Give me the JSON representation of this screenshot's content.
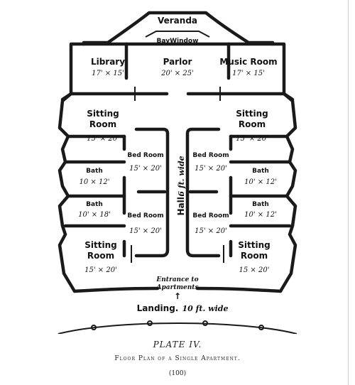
{
  "plate": {
    "title": "PLATE IV.",
    "subtitle": "Floor Plan of a Single Apartment.",
    "page_number": "(100)"
  },
  "plan": {
    "veranda": "Veranda",
    "bay_window": "BayWindow",
    "hall": {
      "label": "Hall.",
      "width": "6 ft. wide"
    },
    "entrance": {
      "line1": "Entrance to",
      "line2": "Apartments",
      "arrow": "↑"
    },
    "landing": {
      "label": "Landing.",
      "width": "10 ft. wide"
    },
    "rooms": {
      "library": {
        "name": "Library",
        "size": "17' × 15'"
      },
      "parlor": {
        "name": "Parlor",
        "size": "20' × 25'"
      },
      "music_room": {
        "name": "Music Room",
        "size": "17' × 15'"
      },
      "sitting_tl": {
        "name1": "Sitting",
        "name2": "Room",
        "size": "15' × 20'"
      },
      "sitting_tr": {
        "name1": "Sitting",
        "name2": "Room",
        "size": "15' × 20'"
      },
      "bedroom_ul": {
        "name": "Bed Room",
        "size": "15' × 20'"
      },
      "bedroom_ur": {
        "name": "Bed Room",
        "size": "15' × 20'"
      },
      "bath_ul": {
        "name": "Bath",
        "size": "10 × 12'"
      },
      "bath_ur": {
        "name": "Bath",
        "size": "10' × 12'"
      },
      "bath_ll": {
        "name": "Bath",
        "size": "10' × 18'"
      },
      "bath_lr": {
        "name": "Bath",
        "size": "10' × 12'"
      },
      "bedroom_ll": {
        "name": "Bed Room",
        "size": "15' × 20'"
      },
      "bedroom_lr": {
        "name": "Bed Room",
        "size": "15' × 20'"
      },
      "sitting_bl": {
        "name1": "Sitting",
        "name2": "Room",
        "size": "15' × 20'"
      },
      "sitting_br": {
        "name1": "Sitting",
        "name2": "Room",
        "size": "15 × 20'"
      }
    }
  }
}
